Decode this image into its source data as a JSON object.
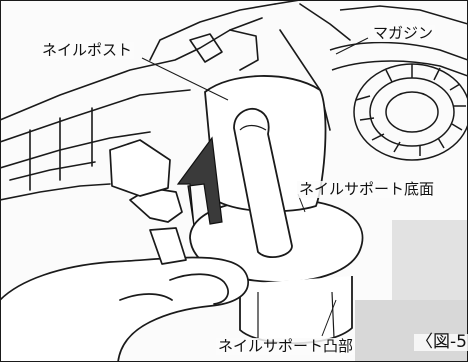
{
  "labels": {
    "nail_post": "ネイルポスト",
    "magazine": "マガジン",
    "nail_support_base": "ネイルサポート底面",
    "nail_support_boss": "ネイルサポート凸部",
    "figure_ref": "〈図-5"
  },
  "colors": {
    "ink": "#1a1a1a",
    "paper": "#fbfbfb",
    "arrow": "#3a3a3a"
  },
  "icons": {
    "direction_arrow": "up-arrow-icon"
  }
}
